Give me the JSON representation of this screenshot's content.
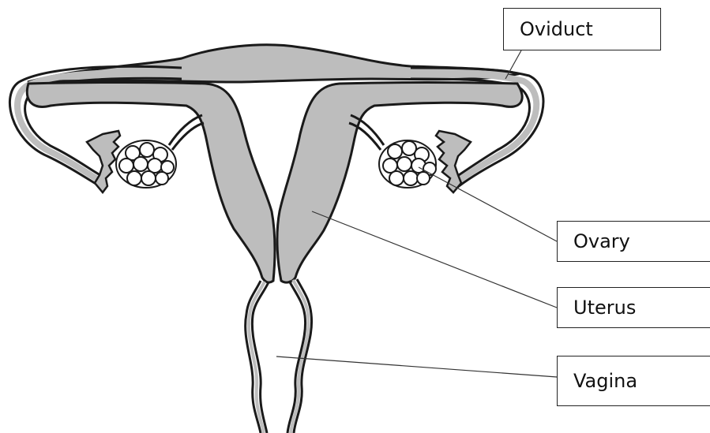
{
  "labels": {
    "oviduct": "Oviduct",
    "ovary": "Ovary",
    "uterus": "Uterus",
    "vagina": "Vagina"
  },
  "colors": {
    "tissue_fill": "#bdbdbd",
    "outline": "#1a1a1a",
    "background": "#ffffff"
  }
}
